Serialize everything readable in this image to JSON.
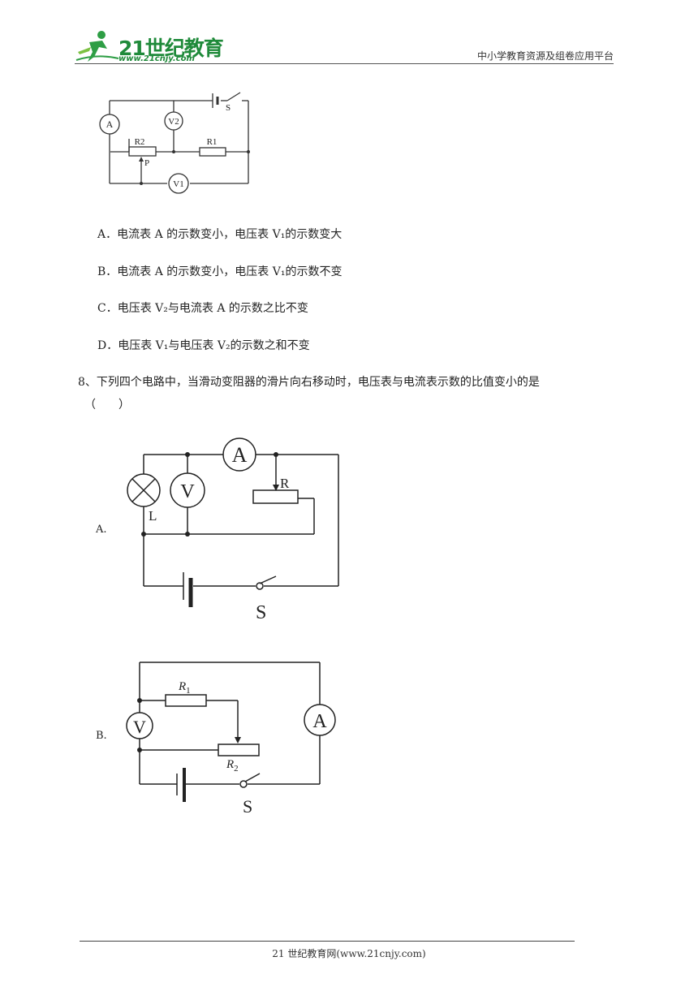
{
  "header": {
    "logo_text": "21世纪教育",
    "logo_url": "www.21cnjy.com",
    "platform": "中小学教育资源及组卷应用平台"
  },
  "circuit_top": {
    "labels": {
      "ammeter": "A",
      "v2": "V2",
      "v1": "V1",
      "r2": "R2",
      "r1": "R1",
      "slider": "P",
      "switch": "S"
    }
  },
  "options_q7": [
    {
      "letter": "A．",
      "text": "电流表 A 的示数变小，电压表 V₁的示数变大"
    },
    {
      "letter": "B．",
      "text": "电流表 A 的示数变小，电压表 V₁的示数不变"
    },
    {
      "letter": "C．",
      "text": "电压表 V₂与电流表 A 的示数之比不变"
    },
    {
      "letter": "D．",
      "text": "电压表 V₁与电压表 V₂的示数之和不变"
    }
  ],
  "question8": {
    "line1": "8、下列四个电路中，当滑动变阻器的滑片向右移动时，电压表与电流表示数的比值变小的是",
    "line2": "（　　）",
    "option_a_label": "A.",
    "option_b_label": "B.",
    "circuit_a": {
      "ammeter": "A",
      "voltmeter": "V",
      "lamp": "L",
      "resistor": "R",
      "switch": "S"
    },
    "circuit_b": {
      "voltmeter": "V",
      "ammeter": "A",
      "r1": "R",
      "r1_sub": "1",
      "r2": "R",
      "r2_sub": "2",
      "switch": "S"
    }
  },
  "footer": {
    "text": "21 世纪教育网(www.21cnjy.com)"
  }
}
